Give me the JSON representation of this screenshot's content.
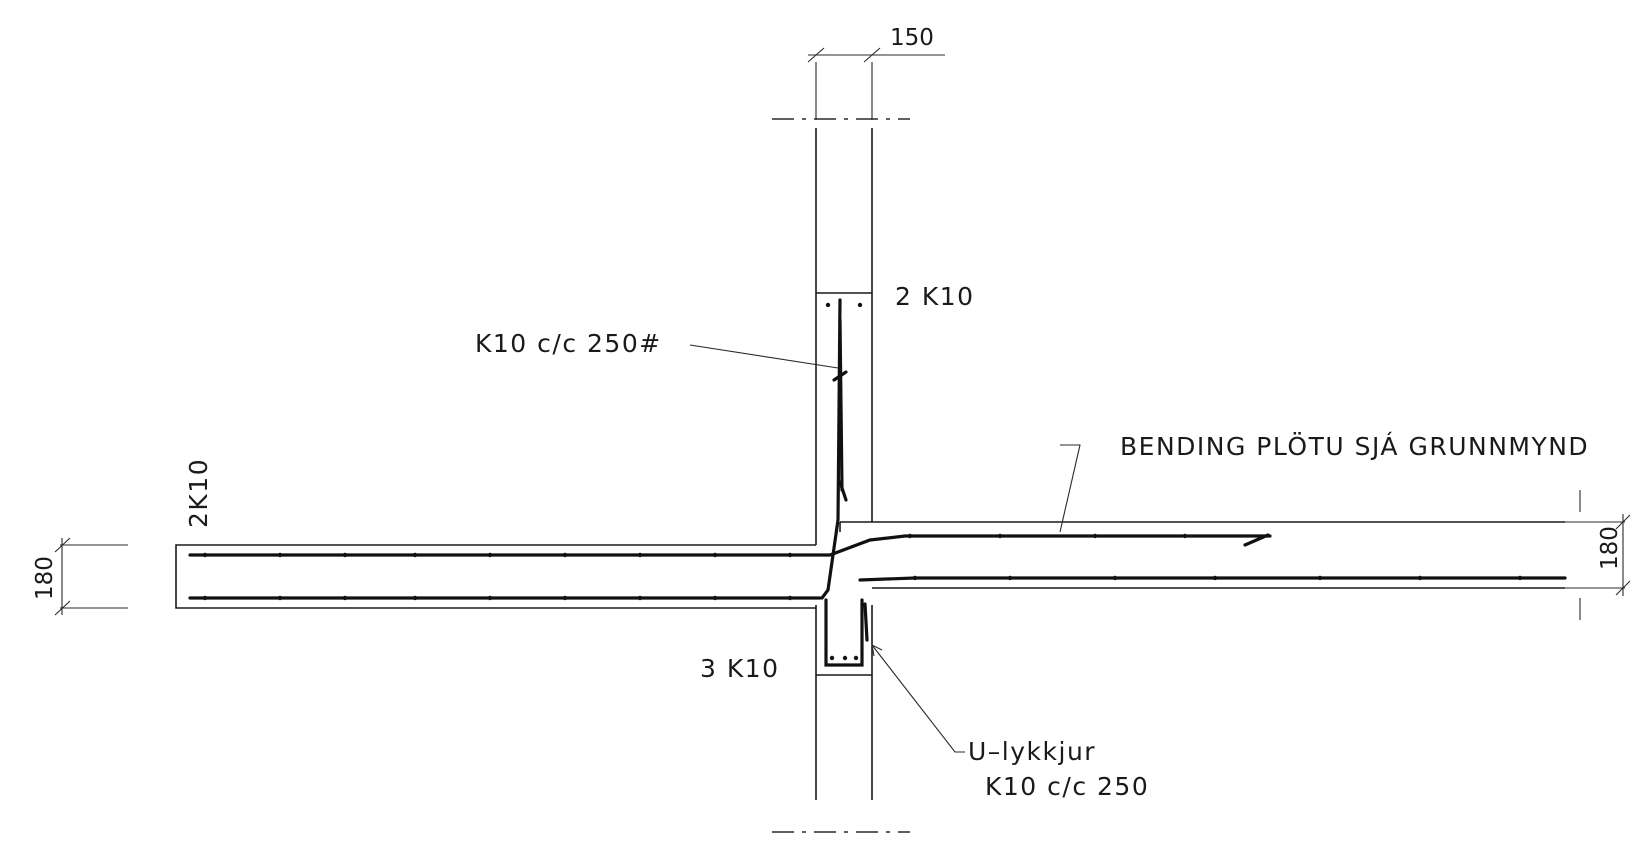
{
  "dimensions": {
    "wall_thickness": "150",
    "slab_left": "180",
    "slab_right": "180"
  },
  "labels": {
    "left_bars": "2K10",
    "top_bars": "2 K10",
    "bottom_bars": "3 K10",
    "mesh": "K10 c/c 250#",
    "slab_note": "BENDING PLÖTU SJÁ GRUNNMYND",
    "u_bars_line1": "U–lykkjur",
    "u_bars_line2": "K10 c/c 250"
  },
  "colors": {
    "line": "#1a1a1a",
    "background": "#ffffff"
  }
}
